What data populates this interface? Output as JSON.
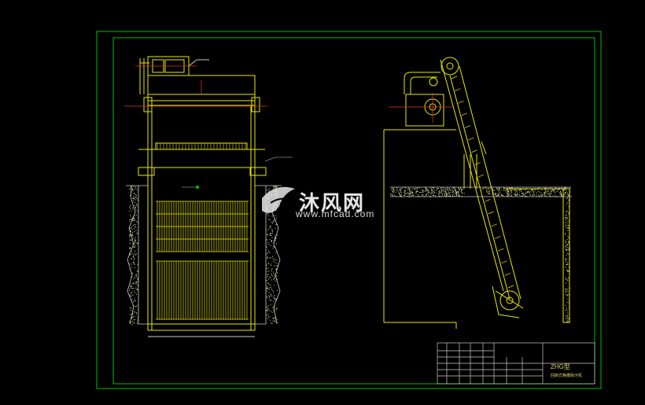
{
  "drawing": {
    "colors": {
      "background": "#000000",
      "frame": "#00c000",
      "lines": "#e8e800",
      "red": "#e03030",
      "section": "#c8c8c8",
      "concrete": "#d8d8a0"
    }
  },
  "watermark": {
    "brand": "沐风网",
    "url": "www.mfcad.com"
  },
  "title_block": {
    "drawing_name": "ZHG型",
    "subtitle": "回转式格栅除污机"
  }
}
